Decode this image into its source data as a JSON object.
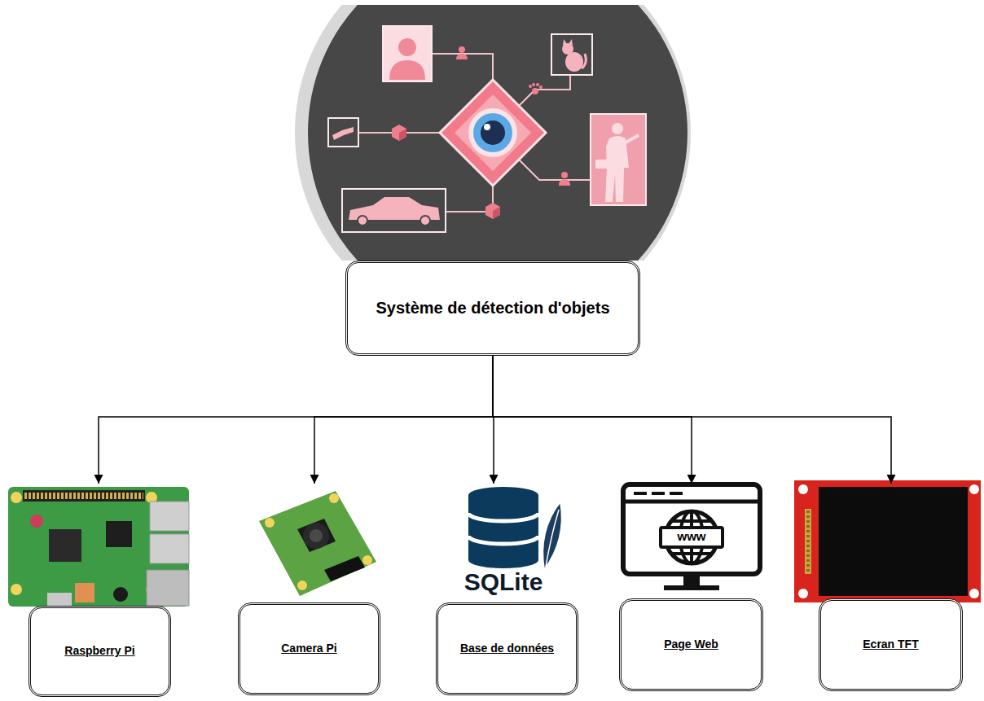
{
  "diagram": {
    "nodes": [
      {
        "text": [
          "Système de détection d'objets"
        ]
      },
      {
        "text": [
          "Raspberry Pi"
        ]
      },
      {
        "text": [
          "Camera Pi"
        ]
      },
      {
        "text": [
          "Base de données"
        ]
      },
      {
        "text": [
          "Page Web"
        ]
      },
      {
        "text": [
          "Ecran TFT"
        ]
      }
    ],
    "edges": [
      {
        "from": 0,
        "to": 1,
        "arrow": "to"
      },
      {
        "from": 0,
        "to": 2,
        "arrow": "to"
      },
      {
        "from": 0,
        "to": 3,
        "arrow": "to"
      },
      {
        "from": 0,
        "to": 4,
        "arrow": "to"
      },
      {
        "from": 0,
        "to": 5,
        "arrow": "to"
      }
    ],
    "labels": [
      "SQLite",
      "www"
    ]
  }
}
